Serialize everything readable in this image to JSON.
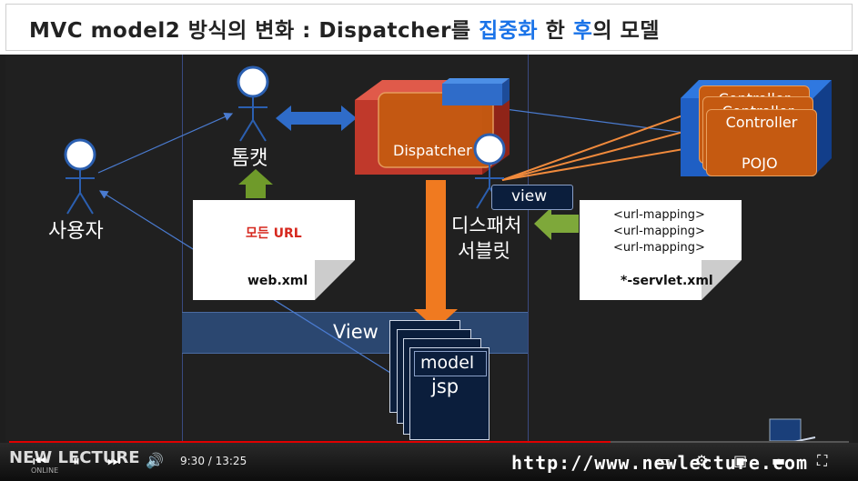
{
  "slide_title": {
    "part1": "MVC model2 방식의 변화 : Dispatcher를 ",
    "hl1": "집중화",
    "part2": " 한 ",
    "hl2": "후",
    "part3": "의 모델"
  },
  "actors": {
    "user": "사용자",
    "tomcat": "톰캣",
    "dispatcher_servlet_line1": "디스패처",
    "dispatcher_servlet_line2": "서블릿"
  },
  "dispatcher_box": {
    "label": "Dispatcher"
  },
  "view_tag": "view",
  "notes": {
    "web_xml": {
      "heading": "모든 URL",
      "file": "web.xml"
    },
    "servlet_xml": {
      "mappings": [
        "<url-mapping>",
        "<url-mapping>",
        "<url-mapping>"
      ],
      "file": "*-servlet.xml"
    }
  },
  "pojo": {
    "controllers": [
      "Controller",
      "Controller",
      "Controller"
    ],
    "label": "POJO"
  },
  "view_band": {
    "label": "View"
  },
  "jsp_stack": {
    "model": "model",
    "jsp": "jsp"
  },
  "player": {
    "time": "9:30 / 13:25",
    "progress": 0.716,
    "brand_left": "NEW LECTURE",
    "brand_sub": "ONLINE",
    "site_url": "http://www.newlecture.com"
  },
  "colors": {
    "accent_blue": "#1a73e8",
    "orange": "#c55a11",
    "red_box": "#c0392b",
    "pojo_blue": "#1f5fc4",
    "progress_red": "#e00000"
  }
}
